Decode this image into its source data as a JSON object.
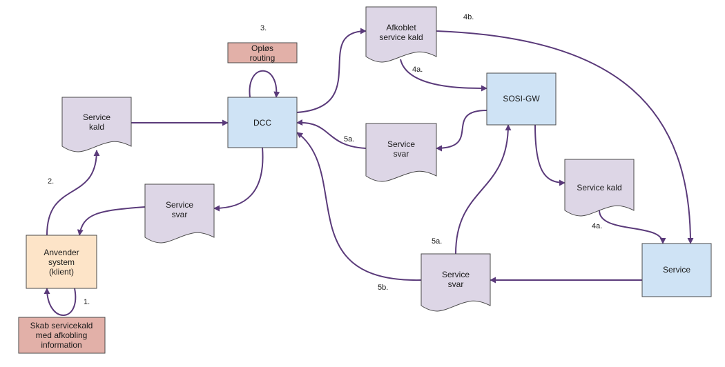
{
  "colors": {
    "box_blue": "#cfe3f5",
    "doc_purple": "#ddd6e6",
    "user_peach": "#fde4c8",
    "action_pink": "#e2b0a8",
    "connector": "#5a3a7a",
    "border": "#4a4a4a"
  },
  "nodes": {
    "dcc": {
      "label": [
        "DCC"
      ]
    },
    "sosi_gw": {
      "label": [
        "SOSI-GW"
      ]
    },
    "service": {
      "label": [
        "Service"
      ]
    },
    "anvender": {
      "label": [
        "Anvender",
        "system",
        "(klient)"
      ]
    },
    "oplos_routing": {
      "label": [
        "Opløs",
        "routing"
      ]
    },
    "skab_servicekald": {
      "label": [
        "Skab servicekald",
        "med afkobling",
        "information"
      ]
    },
    "doc_service_kald_left": {
      "label": [
        "Service",
        "kald"
      ]
    },
    "doc_service_svar_left": {
      "label": [
        "Service",
        "svar"
      ]
    },
    "doc_afkoblet": {
      "label": [
        "Afkoblet",
        "service kald"
      ]
    },
    "doc_service_svar_mid": {
      "label": [
        "Service",
        "svar"
      ]
    },
    "doc_service_kald_right": {
      "label": [
        "Service kald"
      ]
    },
    "doc_service_svar_bottom": {
      "label": [
        "Service",
        "svar"
      ]
    }
  },
  "step_labels": {
    "s1": "1.",
    "s2": "2.",
    "s3": "3.",
    "s4a_top": "4a.",
    "s4b": "4b.",
    "s5a_mid": "5a.",
    "s4a_bottom": "4a.",
    "s5a_bottom": "5a.",
    "s5b": "5b."
  }
}
